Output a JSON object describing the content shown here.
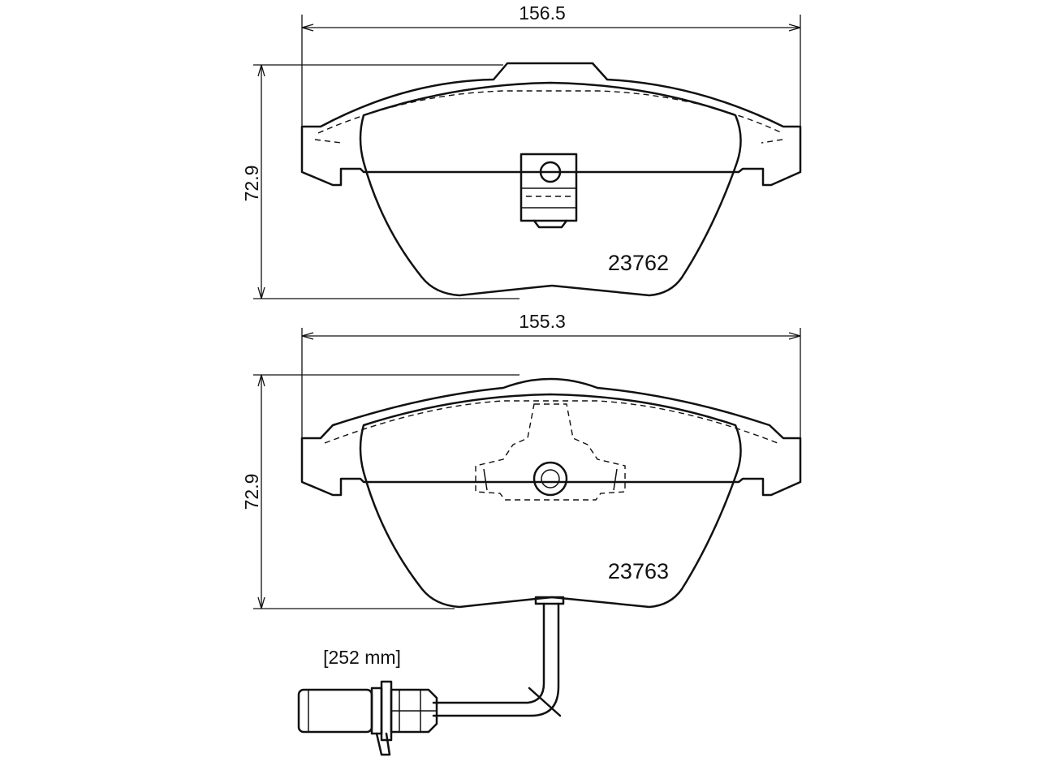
{
  "top_pad": {
    "part_number": "23762",
    "width_dimension": "156.5",
    "height_dimension": "72.9"
  },
  "bottom_pad": {
    "part_number": "23763",
    "width_dimension": "155.3",
    "height_dimension": "72.9"
  },
  "wear_sensor": {
    "cable_length": "[252 mm]"
  },
  "colors": {
    "line": "#111111",
    "background": "#ffffff"
  }
}
